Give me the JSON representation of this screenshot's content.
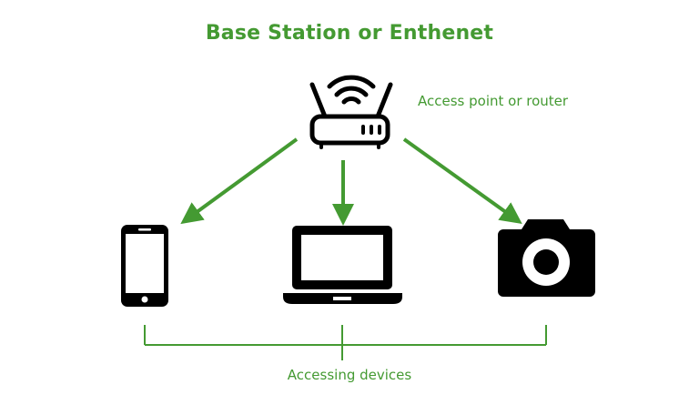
{
  "title": "Base Station or Enthenet",
  "labels": {
    "access_point": "Access point or router",
    "accessing_devices": "Accessing devices"
  },
  "nodes": [
    {
      "id": "router",
      "icon": "wifi-router-icon"
    },
    {
      "id": "phone",
      "icon": "smartphone-icon"
    },
    {
      "id": "laptop",
      "icon": "laptop-icon"
    },
    {
      "id": "camera",
      "icon": "camera-icon"
    }
  ],
  "edges": [
    {
      "from": "router",
      "to": "phone"
    },
    {
      "from": "router",
      "to": "laptop"
    },
    {
      "from": "router",
      "to": "camera"
    }
  ],
  "colors": {
    "accent": "#449a32",
    "icon": "#000000",
    "background": "#ffffff"
  }
}
